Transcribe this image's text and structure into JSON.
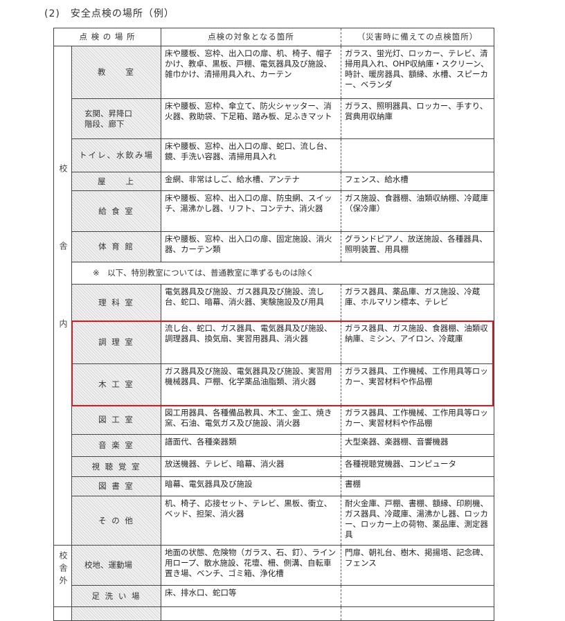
{
  "title": "(2)　安全点検の場所（例）",
  "header": {
    "place": "点 検 の 場 所",
    "targets": "点検の対象となる箇所",
    "disaster": "（災害時に備えての点検箇所）"
  },
  "side_labels": {
    "inside": "校舎内",
    "outside": "校舎外"
  },
  "note": "※　以下、特別教室については、普通教室に準ずるものは除く",
  "rows": [
    {
      "name": "教　　室",
      "targets": "床や腰板、窓枠、出入口の扉、机、椅子、帽子かけ、教卓、黒板、戸棚、電気器具及び施設、雑巾かけ、清掃用具入れ、カーテン",
      "disaster": "ガラス、蛍光灯、ロッカー、テレビ、清掃用具入れ、OHP収納庫・スクリーン、時計、暖房器具、額縁、水槽、スピーカー、ベランダ"
    },
    {
      "name": "玄関、昇降口\n階段、廊下",
      "targets": "床や腰板、窓枠、傘立て、防火シャッター、消火器、救助袋、下足箱、踏み板、足ふきマット",
      "disaster": "ガラス、照明器具、ロッカー、手すり、賞典用収納庫"
    },
    {
      "name": "トイレ、水飲み場",
      "targets": "床や腰板、窓枠、出入口の扉、蛇口、流し台、鏡、手洗い容器、清掃用具入れ",
      "disaster": ""
    },
    {
      "name": "屋　　上",
      "targets": "金網、非常はしご、給水槽、アンテナ",
      "disaster": "フェンス、給水槽"
    },
    {
      "name": "給 食 室",
      "targets": "床や腰板、窓枠、出入口の扉、防虫網、スイッチ、湯沸かし器、リフト、コンテナ、消火器",
      "disaster": "ガス施設、食器棚、油類収納棚、冷蔵庫（保冷庫）"
    },
    {
      "name": "体 育 館",
      "targets": "床や腰板、窓枠、出入口の扉、固定施設、消火器、カーテン類",
      "disaster": "グランドピアノ、放送施設、各種器具、照明装置、用具棚"
    },
    {
      "name": "理 科 室",
      "targets": "電気器具及び施設、ガス器具及び施設、流し台、蛇口、暗幕、消火器、実験施設及び用具",
      "disaster": "ガラス器具、薬品庫、ガス施設、冷蔵庫、ホルマリン標本、テレビ"
    },
    {
      "name": "調 理 室",
      "targets": "流し台、蛇口、ガス器具、電気器具及び施設、調理器具、換気扇、実習用器具、消火器",
      "disaster": "ガラス器具、ガス施設、食器棚、油類収納庫、ミシン、アイロン、冷蔵庫"
    },
    {
      "name": "木 工 室",
      "targets": "ガス器具及び施設、電気器具及び施設、実習用機械器具、戸棚、化学薬品油脂類、消火器",
      "disaster": "ガラス器具、工作機械、工作用具等ロッカー、実習材料や作品棚"
    },
    {
      "name": "図 工 室",
      "targets": "図工用器具、各種備品教具、木工、金工、焼き窯、石油、電気ガス及び施設、消火器",
      "disaster": "ガラス器具、工作機械、工作用具等ロッカー、実習材料や作品棚"
    },
    {
      "name": "音 楽 室",
      "targets": "譜面代、各種楽器類",
      "disaster": "大型楽器、楽器棚、音響機器"
    },
    {
      "name": "視 聴 覚 室",
      "targets": "放送機器、テレビ、暗幕、消火器",
      "disaster": "各種視聴覚機器、コンピュータ"
    },
    {
      "name": "図 書 室",
      "targets": "暗幕、電気器具及び施設",
      "disaster": "書棚"
    },
    {
      "name": "そ の 他",
      "targets": "机、椅子、応接セット、テレビ、黒板、衝立、ベッド、担架、消火器",
      "disaster": "耐火金庫、戸棚、書棚、額縁、印刷機、ガス器具、冷蔵庫、湯沸かし器、ロッカー、ロッカー上の荷物、薬品庫、測定器具"
    },
    {
      "name": "校地、運動場",
      "targets": "地面の状態、危険物（ガラス、石、釘）、ライン用ロープ、散水施設、花壇、柵、側溝、自転車置き場、ベンチ、ゴミ箱、浄化槽",
      "disaster": "門扉、朝礼台、樹木、掲揚塔、記念碑、フェンス"
    },
    {
      "name": "足 洗 い 場",
      "targets": "床、排水口、蛇口等",
      "disaster": ""
    }
  ]
}
